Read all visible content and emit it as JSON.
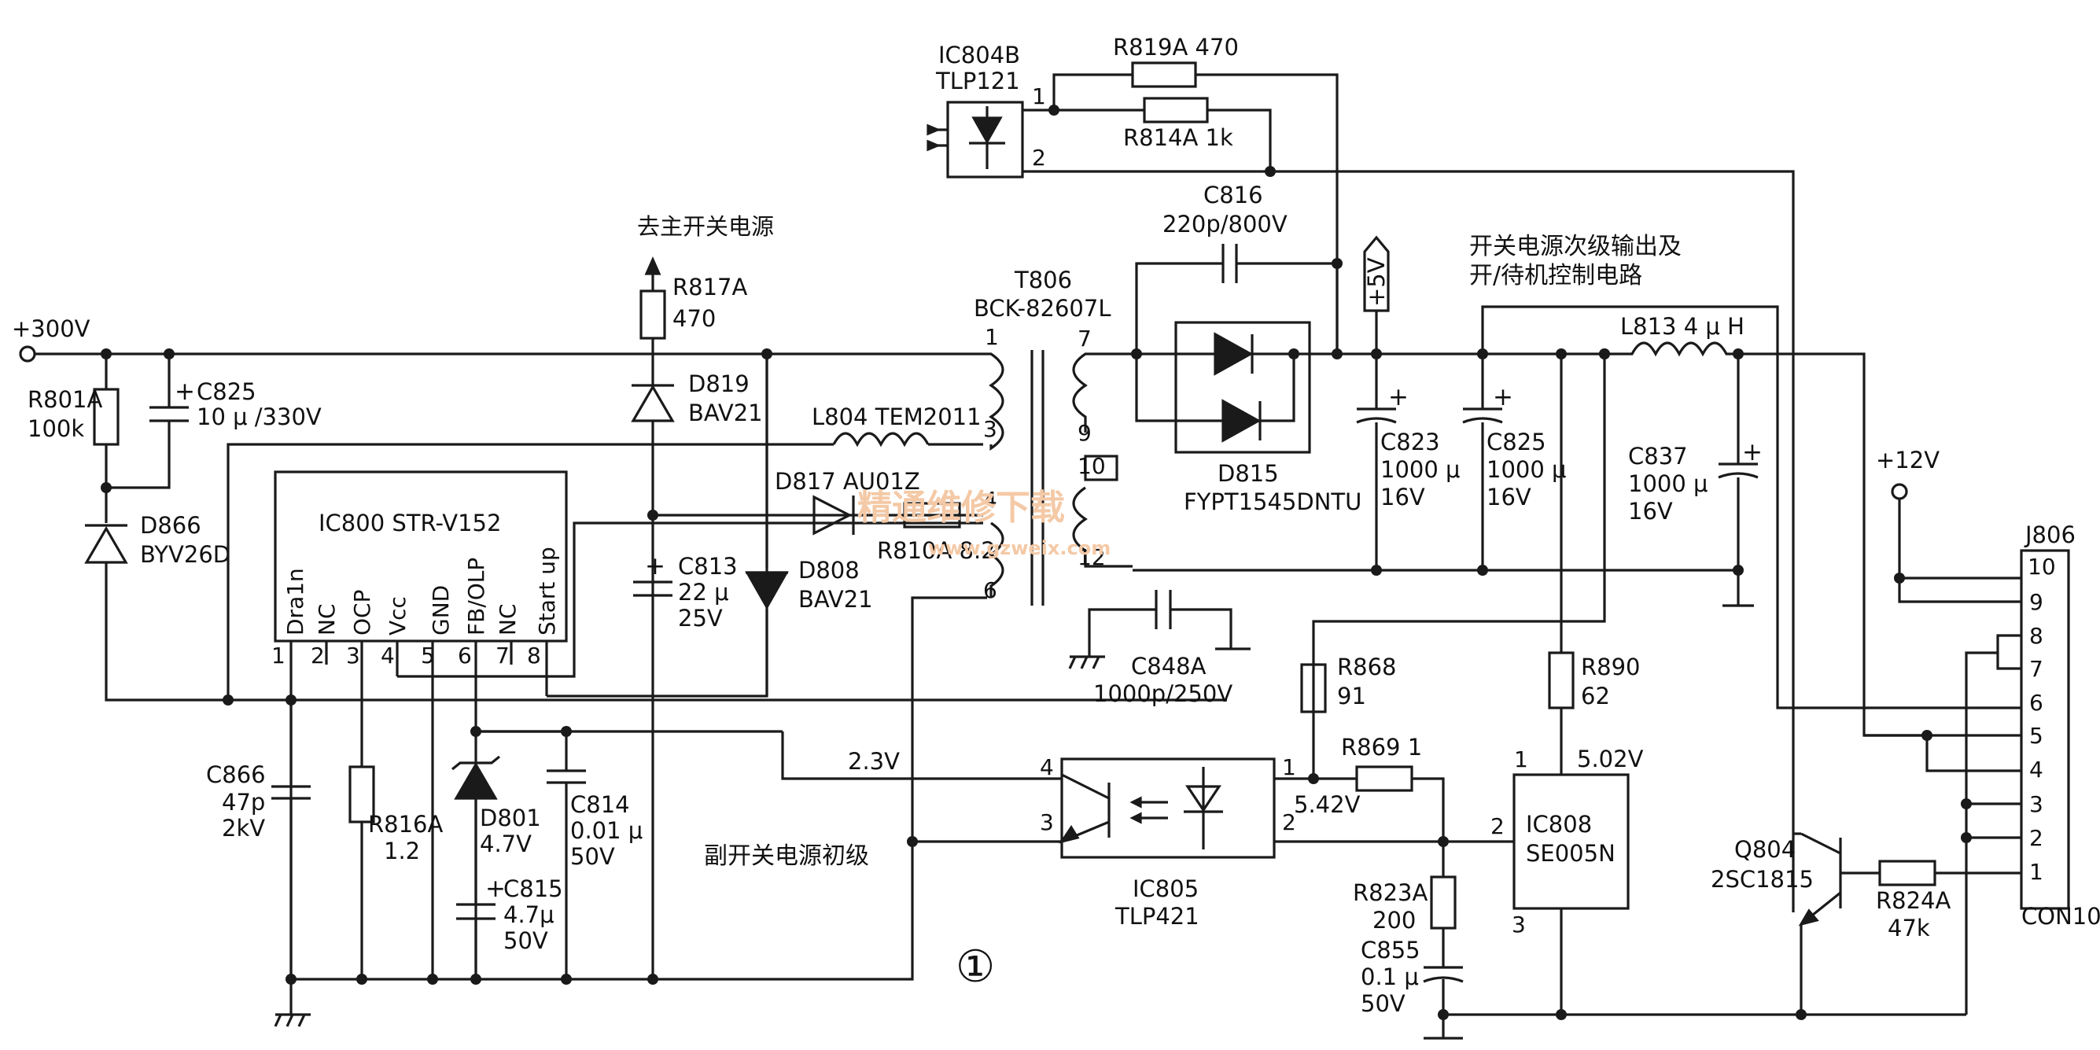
{
  "labels": {
    "ic804": "IC804B",
    "ic804_part": "TLP121",
    "r819": "R819A  470",
    "r814": "R814A  1k",
    "c816": "C816",
    "c816_val": "220p/800V",
    "to_main": "去主开关电源",
    "r817": "R817A",
    "r817_val": "470",
    "t806": "T806",
    "t806_part": "BCK-82607L",
    "plus300": "+300V",
    "r801": "R801A",
    "r801_val": "100k",
    "c825a": "C825",
    "c825a_val": "10 μ /330V",
    "d819": "D819",
    "d819_part": "BAV21",
    "l804": "L804  TEM2011",
    "d866": "D866",
    "d866_part": "BYV26D",
    "ic800": "IC800  STR-V152",
    "ic800_p1": "Dra1n",
    "ic800_p2": "NC",
    "ic800_p3": "OCP",
    "ic800_p4": "Vcc",
    "ic800_p5": "GND",
    "ic800_p6": "FB/OLP",
    "ic800_p7": "NC",
    "ic800_p8": "Start up",
    "d817": "D817  AU01Z",
    "r810": "R810A  8.2",
    "c813": "C813",
    "c813_val": "22 μ",
    "c813_v": "25V",
    "d808": "D808",
    "d808_part": "BAV21",
    "plus5": "+5V",
    "d815": "D815",
    "d815_part": "FYPT1545DNTU",
    "secondary_title_1": "开关电源次级输出及",
    "secondary_title_2": "开/待机控制电路",
    "l813": "L813  4 μ H",
    "c823": "C823",
    "c823_val": "1000 μ",
    "c823_v": "16V",
    "c825b": "C825",
    "c825b_val": "1000 μ",
    "c825b_v": "16V",
    "c837": "C837",
    "c837_val": "1000 μ",
    "c837_v": "16V",
    "plus12": "+12V",
    "j806": "J806",
    "j806_part": "CON10",
    "c848": "C848A",
    "c848_val": "1000p/250V",
    "r868": "R868",
    "r868_val": "91",
    "r890": "R890",
    "r890_val": "62",
    "r869": "R869  1",
    "v542": "5.42V",
    "v502": "5.02V",
    "v23": "2.3V",
    "ic805": "IC805",
    "ic805_part": "TLP421",
    "ic808": "IC808",
    "ic808_part": "SE005N",
    "r823": "R823A",
    "r823_val": "200",
    "c855": "C855",
    "c855_val": "0.1 μ",
    "c855_v": "50V",
    "q804": "Q804",
    "q804_part": "2SC1815",
    "r824": "R824A",
    "r824_val": "47k",
    "c866": "C866",
    "c866_val": "47p",
    "c866_v": "2kV",
    "r816": "R816A",
    "r816_val": "1.2",
    "d801": "D801",
    "d801_val": "4.7V",
    "c814": "C814",
    "c814_val": "0.01 μ",
    "c814_v": "50V",
    "c815": "C815",
    "c815_val": "4.7μ",
    "c815_v": "50V",
    "primary_label": "副开关电源初级",
    "circle_num": "①",
    "watermark": "精通维修下载",
    "watermark_url": "www.gzweix.com"
  }
}
